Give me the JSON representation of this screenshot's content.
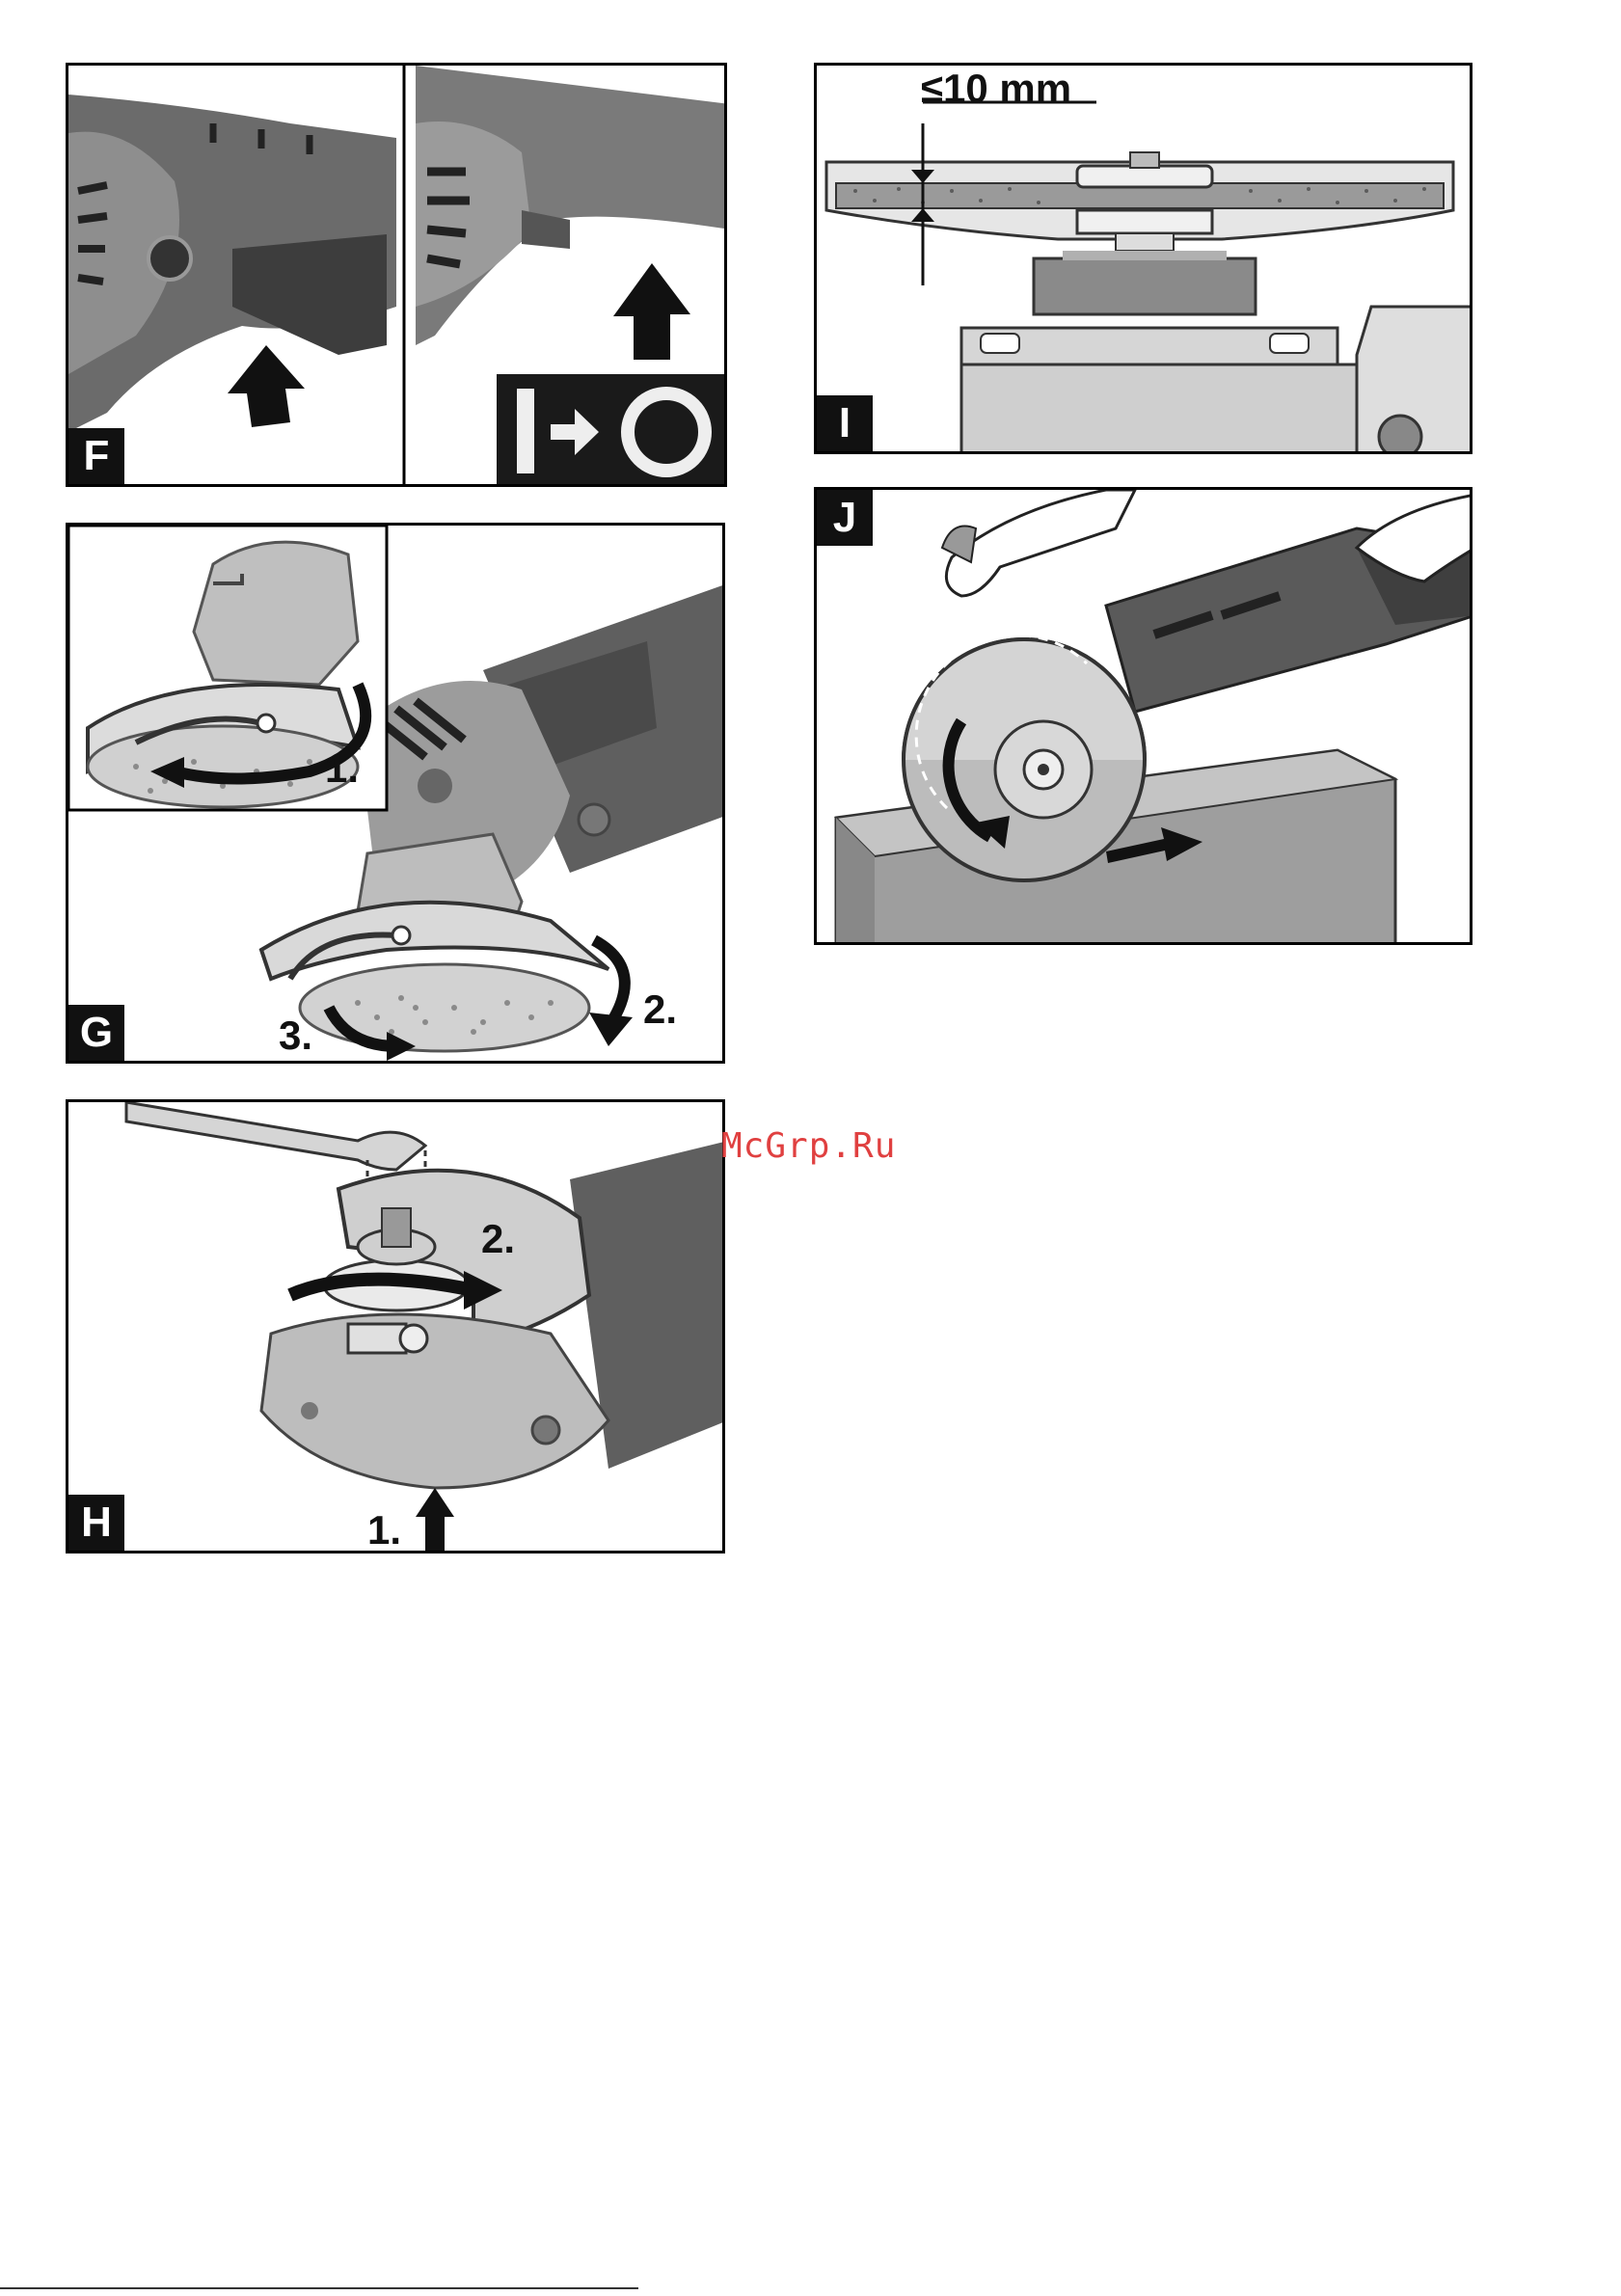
{
  "panels": {
    "F": {
      "label": "F"
    },
    "G": {
      "label": "G",
      "steps": [
        "1.",
        "2.",
        "3."
      ]
    },
    "H": {
      "label": "H",
      "steps": [
        "1.",
        "2."
      ]
    },
    "I": {
      "label": "I",
      "dimension": "≤10 mm"
    },
    "J": {
      "label": "J"
    }
  },
  "switch_symbol": {
    "from": "I",
    "to": "O"
  },
  "watermark": "McGrp.Ru",
  "colors": {
    "tool_dark": "#5a5a5a",
    "tool_mid": "#8a8a8a",
    "tool_light": "#c8c8c8",
    "label_bg": "#111111",
    "watermark": "#e04040"
  }
}
